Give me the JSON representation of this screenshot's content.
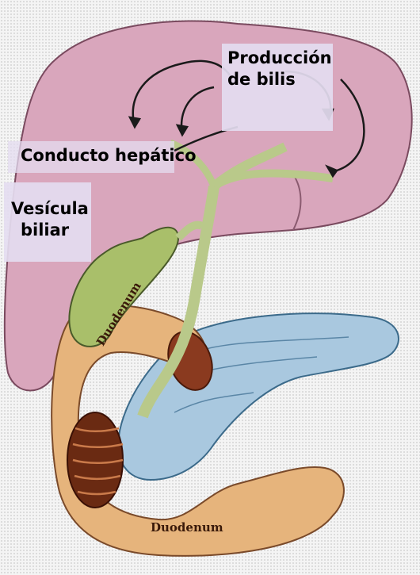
{
  "labels": {
    "bile_production": [
      "Producción",
      "de bilis"
    ],
    "hepatic_duct": "Conducto hepático",
    "gallbladder": [
      "Vesícula",
      "biliar"
    ],
    "duodenum_upper": "Duodenum",
    "duodenum_lower": "Duodenum"
  },
  "colors": {
    "liver": "#d9a6bc",
    "gallbladder": "#a9bf6a",
    "bile_duct": "#b9c98a",
    "duodenum": "#e6b47c",
    "pancreas": "#a9c8df",
    "highlight_box": "#e4dcf0"
  }
}
